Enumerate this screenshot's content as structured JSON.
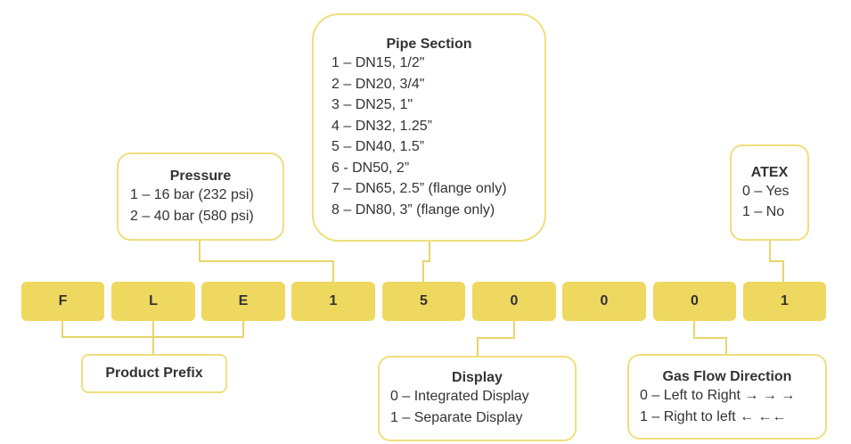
{
  "code_cells": [
    "F",
    "L",
    "E",
    "1",
    "5",
    "0",
    "0",
    "0",
    "1"
  ],
  "pipe_section": {
    "title": "Pipe Section",
    "items": [
      "1 – DN15, 1/2\"",
      "2 – DN20, 3/4\"",
      "3 – DN25, 1\"",
      "4 – DN32, 1.25”",
      "5 – DN40, 1.5”",
      "6 - DN50, 2”",
      "7 – DN65, 2.5” (flange only)",
      "8 – DN80, 3” (flange only)"
    ]
  },
  "pressure": {
    "title": "Pressure",
    "items": [
      "1 – 16 bar (232 psi)",
      "2 – 40 bar (580 psi)"
    ]
  },
  "atex": {
    "title": "ATEX",
    "items": [
      "0 – Yes",
      "1 – No"
    ]
  },
  "product_prefix": {
    "title": "Product Prefix"
  },
  "display": {
    "title": "Display",
    "items": [
      "0 – Integrated Display",
      "1 – Separate Display"
    ]
  },
  "gas_flow_direction": {
    "title": "Gas Flow Direction",
    "items": [
      "0 – Left to Right → → →",
      "1 – Right to left ← ←←"
    ]
  },
  "colors": {
    "code_fill": "#efd85f",
    "box_border": "#efdf7d",
    "connector": "#e8d56a",
    "text": "#333333"
  }
}
